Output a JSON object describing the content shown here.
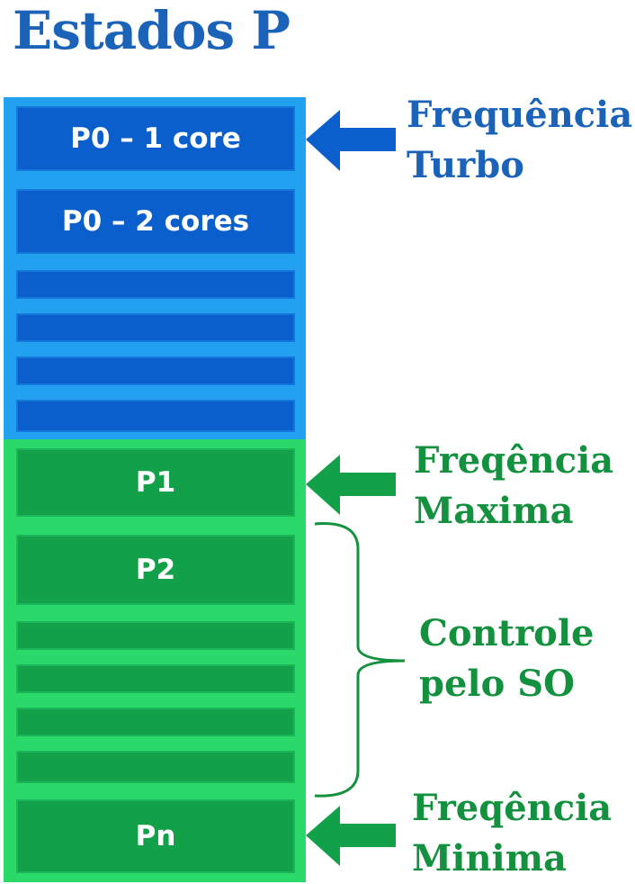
{
  "title": "Estados P",
  "stack": {
    "p0_1core": "P0 – 1 core",
    "p0_2cores": "P0 – 2 cores",
    "p1": "P1",
    "p2": "P2",
    "pn": "Pn"
  },
  "labels": {
    "turbo": {
      "line1": "Frequência",
      "line2": "Turbo"
    },
    "maxima": {
      "line1": "Freqência",
      "line2": "Maxima"
    },
    "controle": {
      "line1": "Controle",
      "line2": "pelo SO"
    },
    "minima": {
      "line1": "Freqência",
      "line2": "Minima"
    }
  },
  "colors": {
    "blue_text": "#1b63b8",
    "green_text": "#14913f",
    "blue_arrow": "#0a5fcc",
    "green_arrow": "#12a048"
  }
}
